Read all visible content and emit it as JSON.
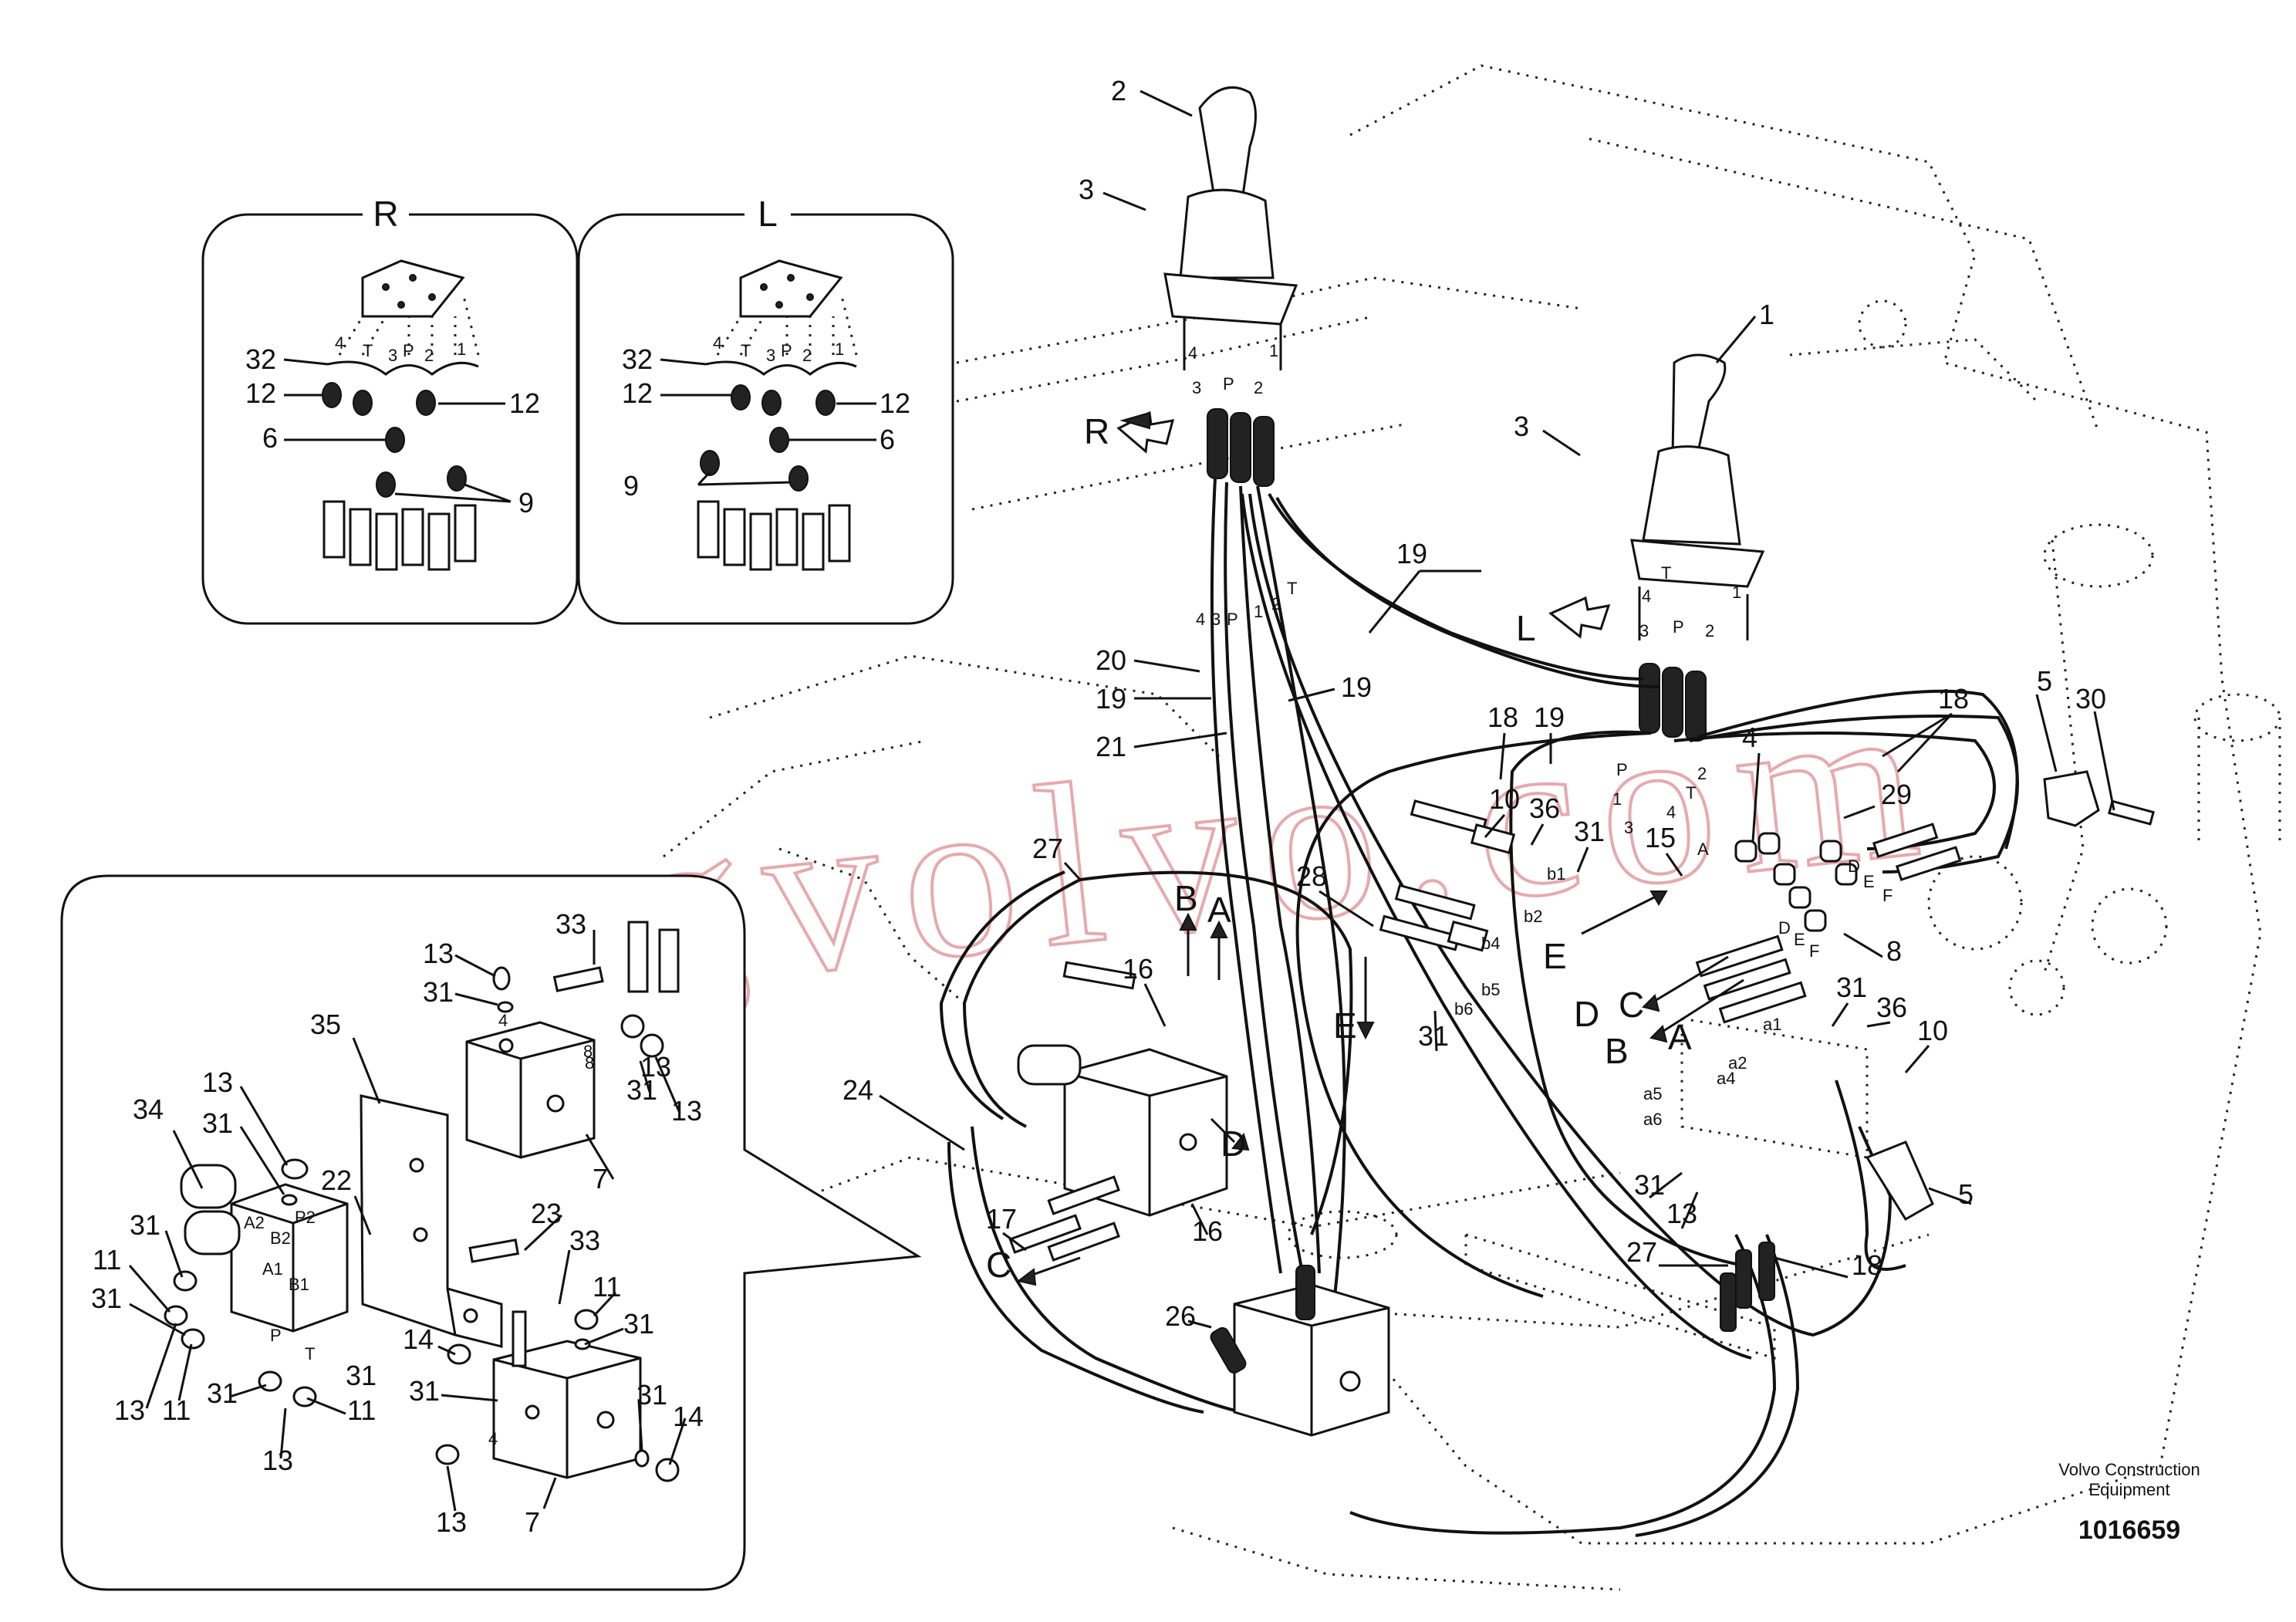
{
  "figure": {
    "caption_line1": "Volvo Construction",
    "caption_line2": "Equipment",
    "drawing_number": "1016659",
    "watermark": "strongvolvo.com"
  },
  "panels": {
    "right": {
      "title": "R",
      "ports": [
        "4",
        "T",
        "3",
        "P",
        "2",
        "1"
      ],
      "callouts": [
        "32",
        "12",
        "12",
        "6",
        "9"
      ]
    },
    "left": {
      "title": "L",
      "ports": [
        "4",
        "T",
        "3",
        "P",
        "2",
        "1"
      ],
      "callouts": [
        "32",
        "12",
        "12",
        "6",
        "9"
      ]
    }
  },
  "detail_callouts": [
    "13",
    "31",
    "33",
    "35",
    "34",
    "13",
    "31",
    "22",
    "8",
    "7",
    "31",
    "13",
    "31",
    "11",
    "31",
    "23",
    "33",
    "13",
    "11",
    "31",
    "11",
    "13",
    "14",
    "31",
    "31",
    "11",
    "31",
    "13",
    "13",
    "7",
    "14",
    "31"
  ],
  "detail_ports": [
    "4",
    "8",
    "P2",
    "A2",
    "B2",
    "A1",
    "B1",
    "P",
    "T",
    "4"
  ],
  "main_callouts": [
    "2",
    "3",
    "1",
    "3",
    "19",
    "20",
    "19",
    "21",
    "19",
    "18",
    "19",
    "18",
    "5",
    "30",
    "4",
    "10",
    "36",
    "31",
    "15",
    "29",
    "27",
    "28",
    "8",
    "24",
    "16",
    "16",
    "31",
    "36",
    "10",
    "31",
    "17",
    "26",
    "13",
    "27",
    "18",
    "5"
  ],
  "main_letters": [
    "R",
    "L",
    "B",
    "A",
    "E",
    "E",
    "D",
    "C",
    "A",
    "B",
    "D",
    "C"
  ],
  "main_ports": [
    "4",
    "3",
    "P",
    "1",
    "2",
    "T",
    "4",
    "1",
    "3",
    "P",
    "2",
    "4",
    "1",
    "3",
    "P",
    "2",
    "T",
    "P",
    "1",
    "2",
    "T",
    "4",
    "3",
    "A",
    "D",
    "E",
    "F",
    "D",
    "E",
    "F",
    "b1",
    "b2",
    "b4",
    "b5",
    "b6",
    "a1",
    "a2",
    "a4",
    "a5",
    "a6"
  ]
}
